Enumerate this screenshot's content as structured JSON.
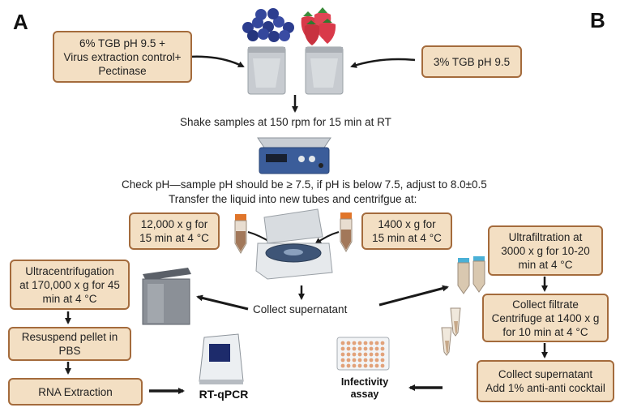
{
  "panels": {
    "a": "A",
    "b": "B"
  },
  "boxes": {
    "tgb6": [
      "6% TGB pH 9.5 +",
      "Virus extraction control+",
      "Pectinase"
    ],
    "tgb3": "3% TGB pH 9.5",
    "cent12000": [
      "12,000 x g for",
      "15 min at 4 °C"
    ],
    "cent1400": [
      "1400 x g for",
      "15 min at 4 °C"
    ],
    "ultracent": [
      "Ultracentrifugation",
      "at 170,000 x g for 45",
      "min at 4 °C"
    ],
    "resuspend": [
      "Resuspend pellet in",
      "PBS"
    ],
    "rna": "RNA Extraction",
    "ultrafilt": [
      "Ultrafiltration at",
      "3000 x g for 10-20",
      "min at 4 °C"
    ],
    "filtrate": [
      "Collect filtrate",
      "Centrifuge at 1400 x g",
      "for 10 min at 4 °C"
    ],
    "supernatant_b": [
      "Collect supernatant",
      "Add 1% anti-anti cocktail"
    ]
  },
  "steps": {
    "shake": "Shake samples at 150 rpm for 15 min at RT",
    "check_ph": "Check pH—sample pH should be ≥ 7.5, if pH is below 7.5, adjust to 8.0±0.5",
    "transfer": "Transfer the liquid into new tubes and centrifgue at:",
    "collect_sup": "Collect supernatant"
  },
  "labels": {
    "rtqpcr": "RT-qPCR",
    "infectivity": [
      "Infectivity",
      "assay"
    ]
  },
  "colors": {
    "box_fill": "#f3dfc3",
    "box_border": "#a46b3c",
    "arrow": "#1a1a1a"
  }
}
